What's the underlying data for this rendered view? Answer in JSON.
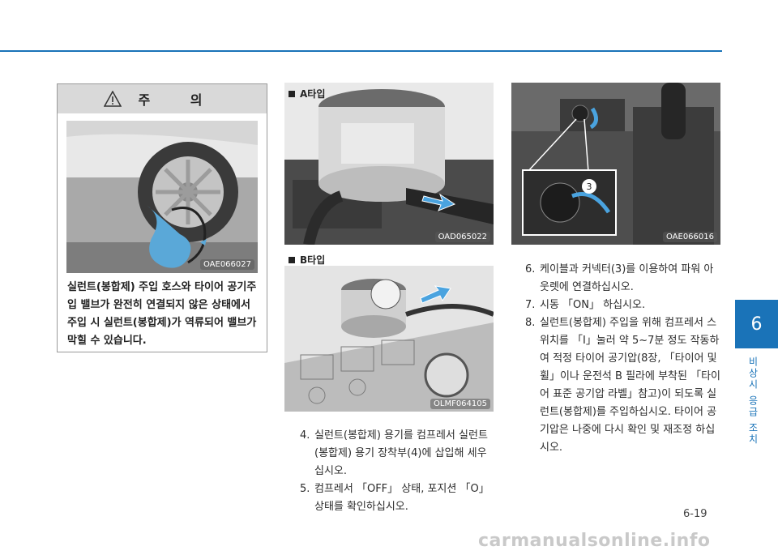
{
  "caution": {
    "title": "주    의",
    "photo_code": "OAE066027",
    "text": "실런트(봉합제) 주입 호스와 타이어 공기주입 밸브가 완전히 연결되지 않은 상태에서 주입 시 실런트(봉합제)가 역류되어 밸브가 막힐 수 있습니다."
  },
  "type_a": {
    "label": "A타입",
    "photo_code": "OAD065022"
  },
  "type_b": {
    "label": "B타입",
    "photo_code": "OLMF064105"
  },
  "right_photo": {
    "photo_code": "OAE066016",
    "callout": "3"
  },
  "steps_left": [
    {
      "num": "4.",
      "text": "실런트(봉합제) 용기를 컴프레서 실런트(봉합제) 용기 장착부(4)에 삽입해 세우십시오."
    },
    {
      "num": "5.",
      "text": "컴프레서 「OFF」 상태, 포지션 「O」 상태를 확인하십시오."
    }
  ],
  "steps_right": [
    {
      "num": "6.",
      "text": "케이블과 커넥터(3)를 이용하여 파워 아웃렛에 연결하십시오."
    },
    {
      "num": "7.",
      "text": "시동 「ON」 하십시오."
    },
    {
      "num": "8.",
      "text": "실런트(봉합제) 주입을 위해 컴프레서 스위치를 「I」눌러 약 5~7분 정도 작동하여 적정 타이어 공기압(8장, 「타이어 및 휠」이나 운전석 B 필라에 부착된 「타이어 표준 공기압 라벨」참고)이 되도록 실런트(봉합제)를 주입하십시오. 타이어 공기압은 나중에 다시 확인 및 재조정 하십시오."
    }
  ],
  "chapter": {
    "number": "6",
    "side_label": "비상시 응급 조치"
  },
  "page_number": "6-19",
  "watermark": "carmanualsonline.info"
}
